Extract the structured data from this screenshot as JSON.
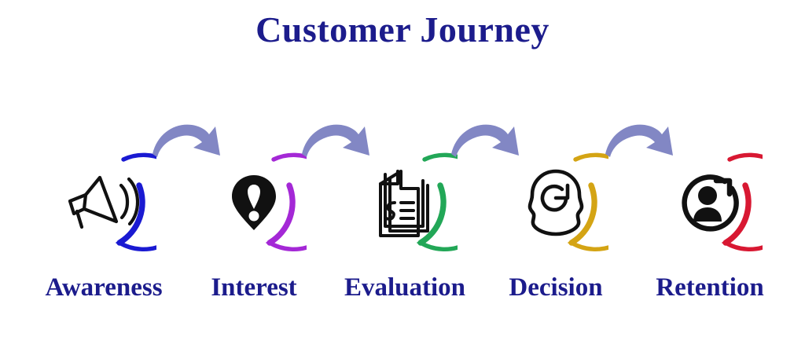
{
  "title": "Customer Journey",
  "colors": {
    "title_text": "#1c1c8c",
    "label_text": "#1c1c8c",
    "glyph": "#111111",
    "arrow": "#8287c4",
    "background": "#ffffff"
  },
  "stages": [
    {
      "label": "Awareness",
      "ring_color": "#1a1ad2",
      "icon": "megaphone-icon"
    },
    {
      "label": "Interest",
      "ring_color": "#a428d6",
      "icon": "location-pin-icon"
    },
    {
      "label": "Evaluation",
      "ring_color": "#22a757",
      "icon": "invoice-document-icon"
    },
    {
      "label": "Decision",
      "ring_color": "#d4a414",
      "icon": "head-refresh-icon"
    },
    {
      "label": "Retention",
      "ring_color": "#d81832",
      "icon": "user-return-icon"
    }
  ],
  "arrows": [
    {
      "name": "arrow-awareness-to-interest"
    },
    {
      "name": "arrow-interest-to-evaluation"
    },
    {
      "name": "arrow-evaluation-to-decision"
    },
    {
      "name": "arrow-decision-to-retention"
    }
  ]
}
